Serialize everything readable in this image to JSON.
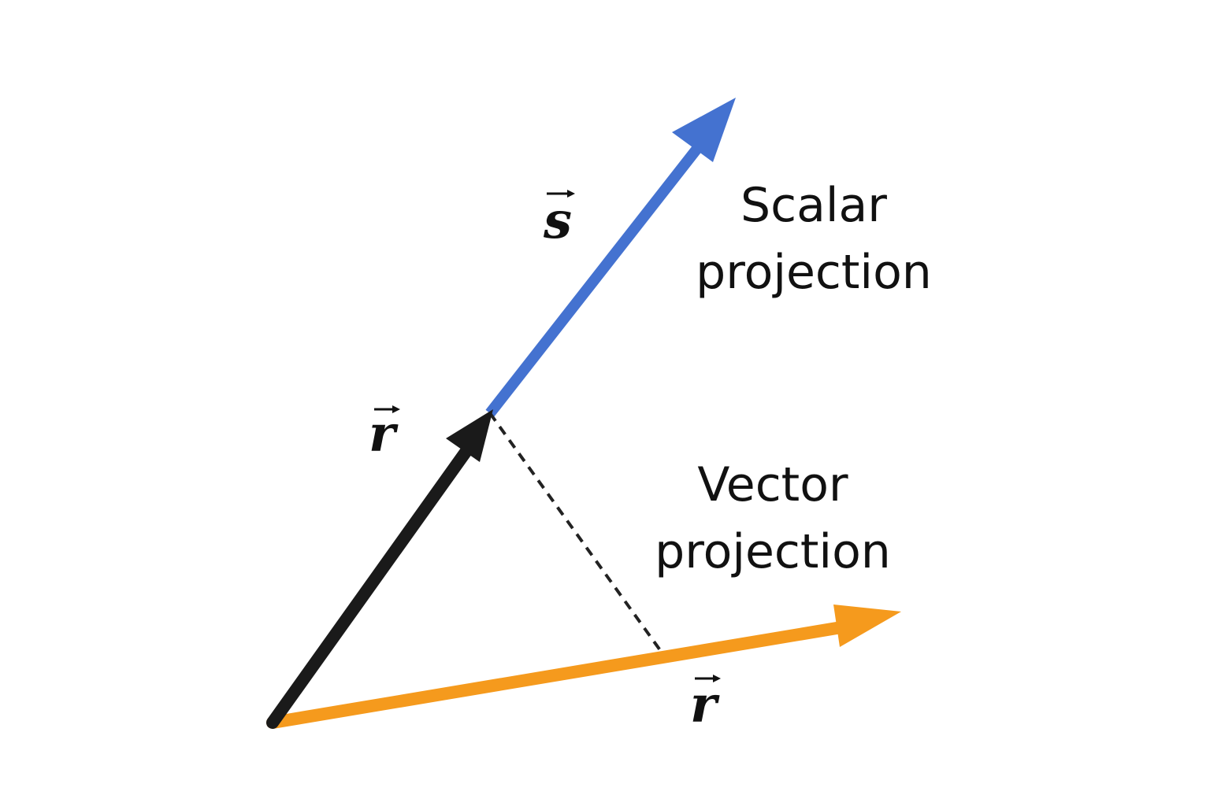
{
  "colors": {
    "background": "#ffffff",
    "s_vector": "#4472d0",
    "r_vector": "#1a1a1a",
    "base_vector": "#f59a1d",
    "dashed_line": "#222222",
    "text": "#111111"
  },
  "labels": {
    "s_vector": "s",
    "r_vector": "r",
    "base_vector": "r",
    "scalar_line1": "Scalar",
    "scalar_line2": "projection",
    "vector_line1": "Vector",
    "vector_line2": "projection"
  }
}
